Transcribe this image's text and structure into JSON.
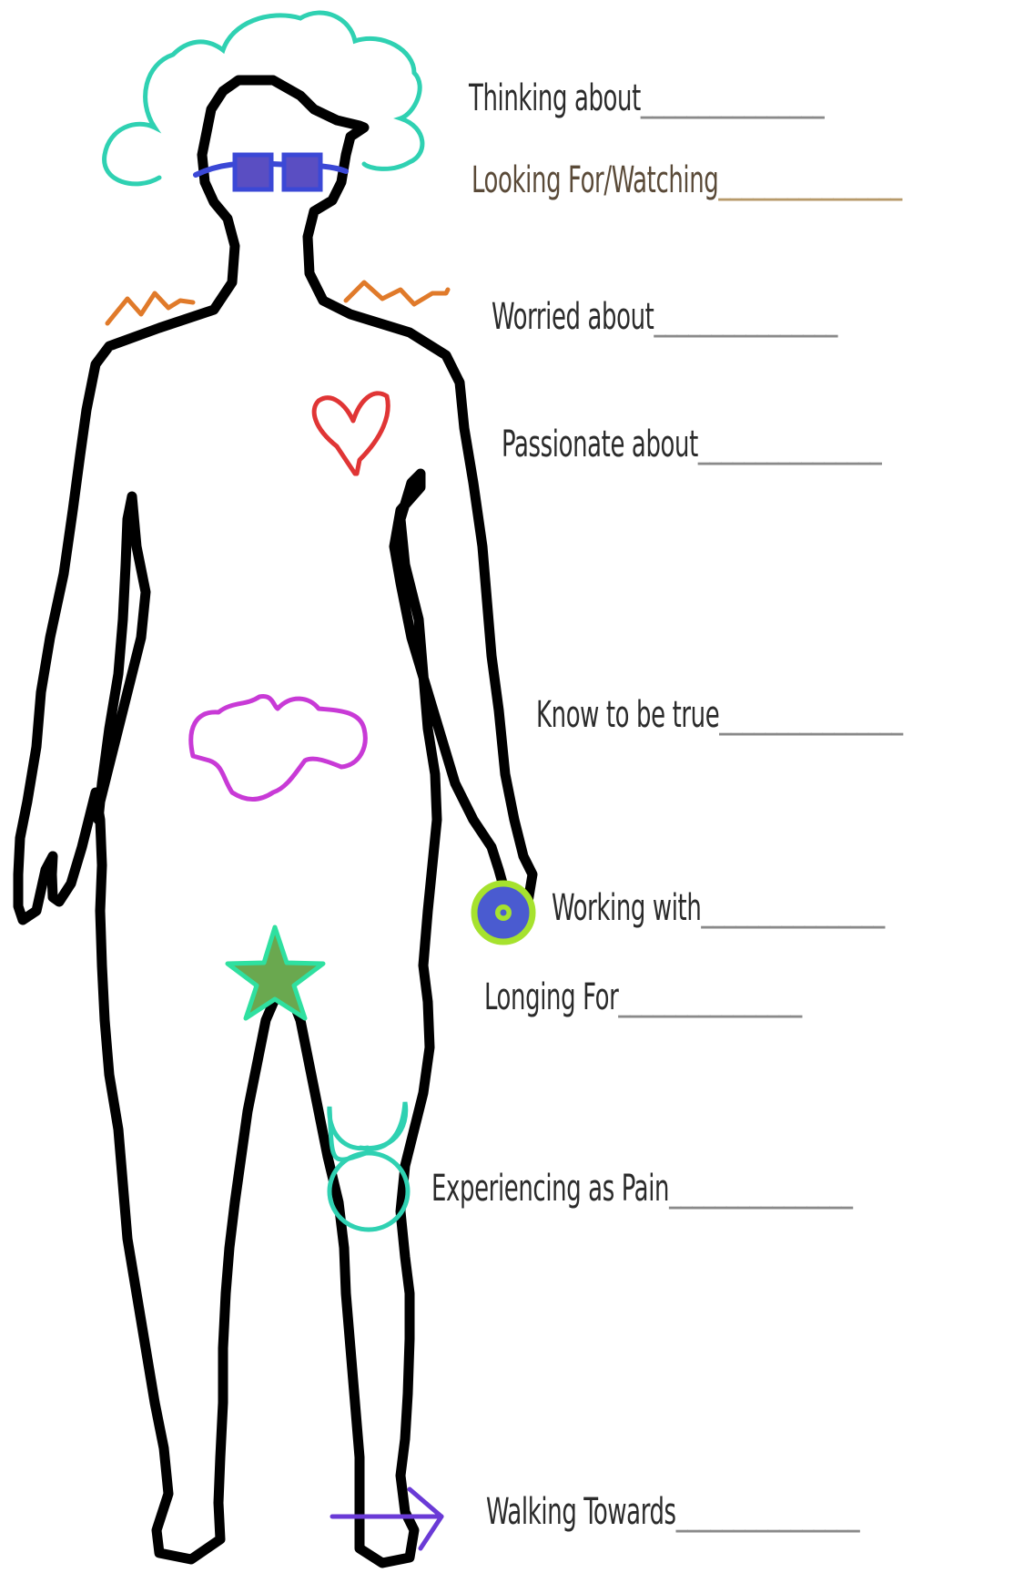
{
  "prompts": [
    {
      "id": "thinking",
      "text": "Thinking about",
      "line": "________________"
    },
    {
      "id": "looking",
      "text": "Looking For/Watching",
      "line": "________________"
    },
    {
      "id": "worried",
      "text": "Worried about",
      "line": "________________"
    },
    {
      "id": "passionate",
      "text": "Passionate about",
      "line": "________________"
    },
    {
      "id": "know",
      "text": "Know to be true",
      "line": "________________"
    },
    {
      "id": "working",
      "text": "Working with",
      "line": "________________"
    },
    {
      "id": "longing",
      "text": "Longing For",
      "line": "________________"
    },
    {
      "id": "pain",
      "text": "Experiencing as Pain",
      "line": "________________"
    },
    {
      "id": "walking",
      "text": "Walking Towards",
      "line": "________________"
    }
  ],
  "colors": {
    "outline": "#000000",
    "cloud": "#2fd1b2",
    "glasses": "#3b48d6",
    "zigzag": "#e07a2a",
    "heart": "#e03535",
    "purple_cloud": "#c83ad6",
    "target_outer": "#a6e22e",
    "target_mid": "#4a5bd0",
    "star": "#6aa84f",
    "star_stroke": "#2fe0a0",
    "pain_circle": "#2fd1b2",
    "arrow": "#6a3ad6"
  },
  "icons": [
    "thought-cloud-icon",
    "glasses-icon",
    "tension-zigzag-icon",
    "heart-icon",
    "knowledge-cloud-icon",
    "target-icon",
    "star-icon",
    "pain-circle-icon",
    "direction-arrow-icon"
  ]
}
